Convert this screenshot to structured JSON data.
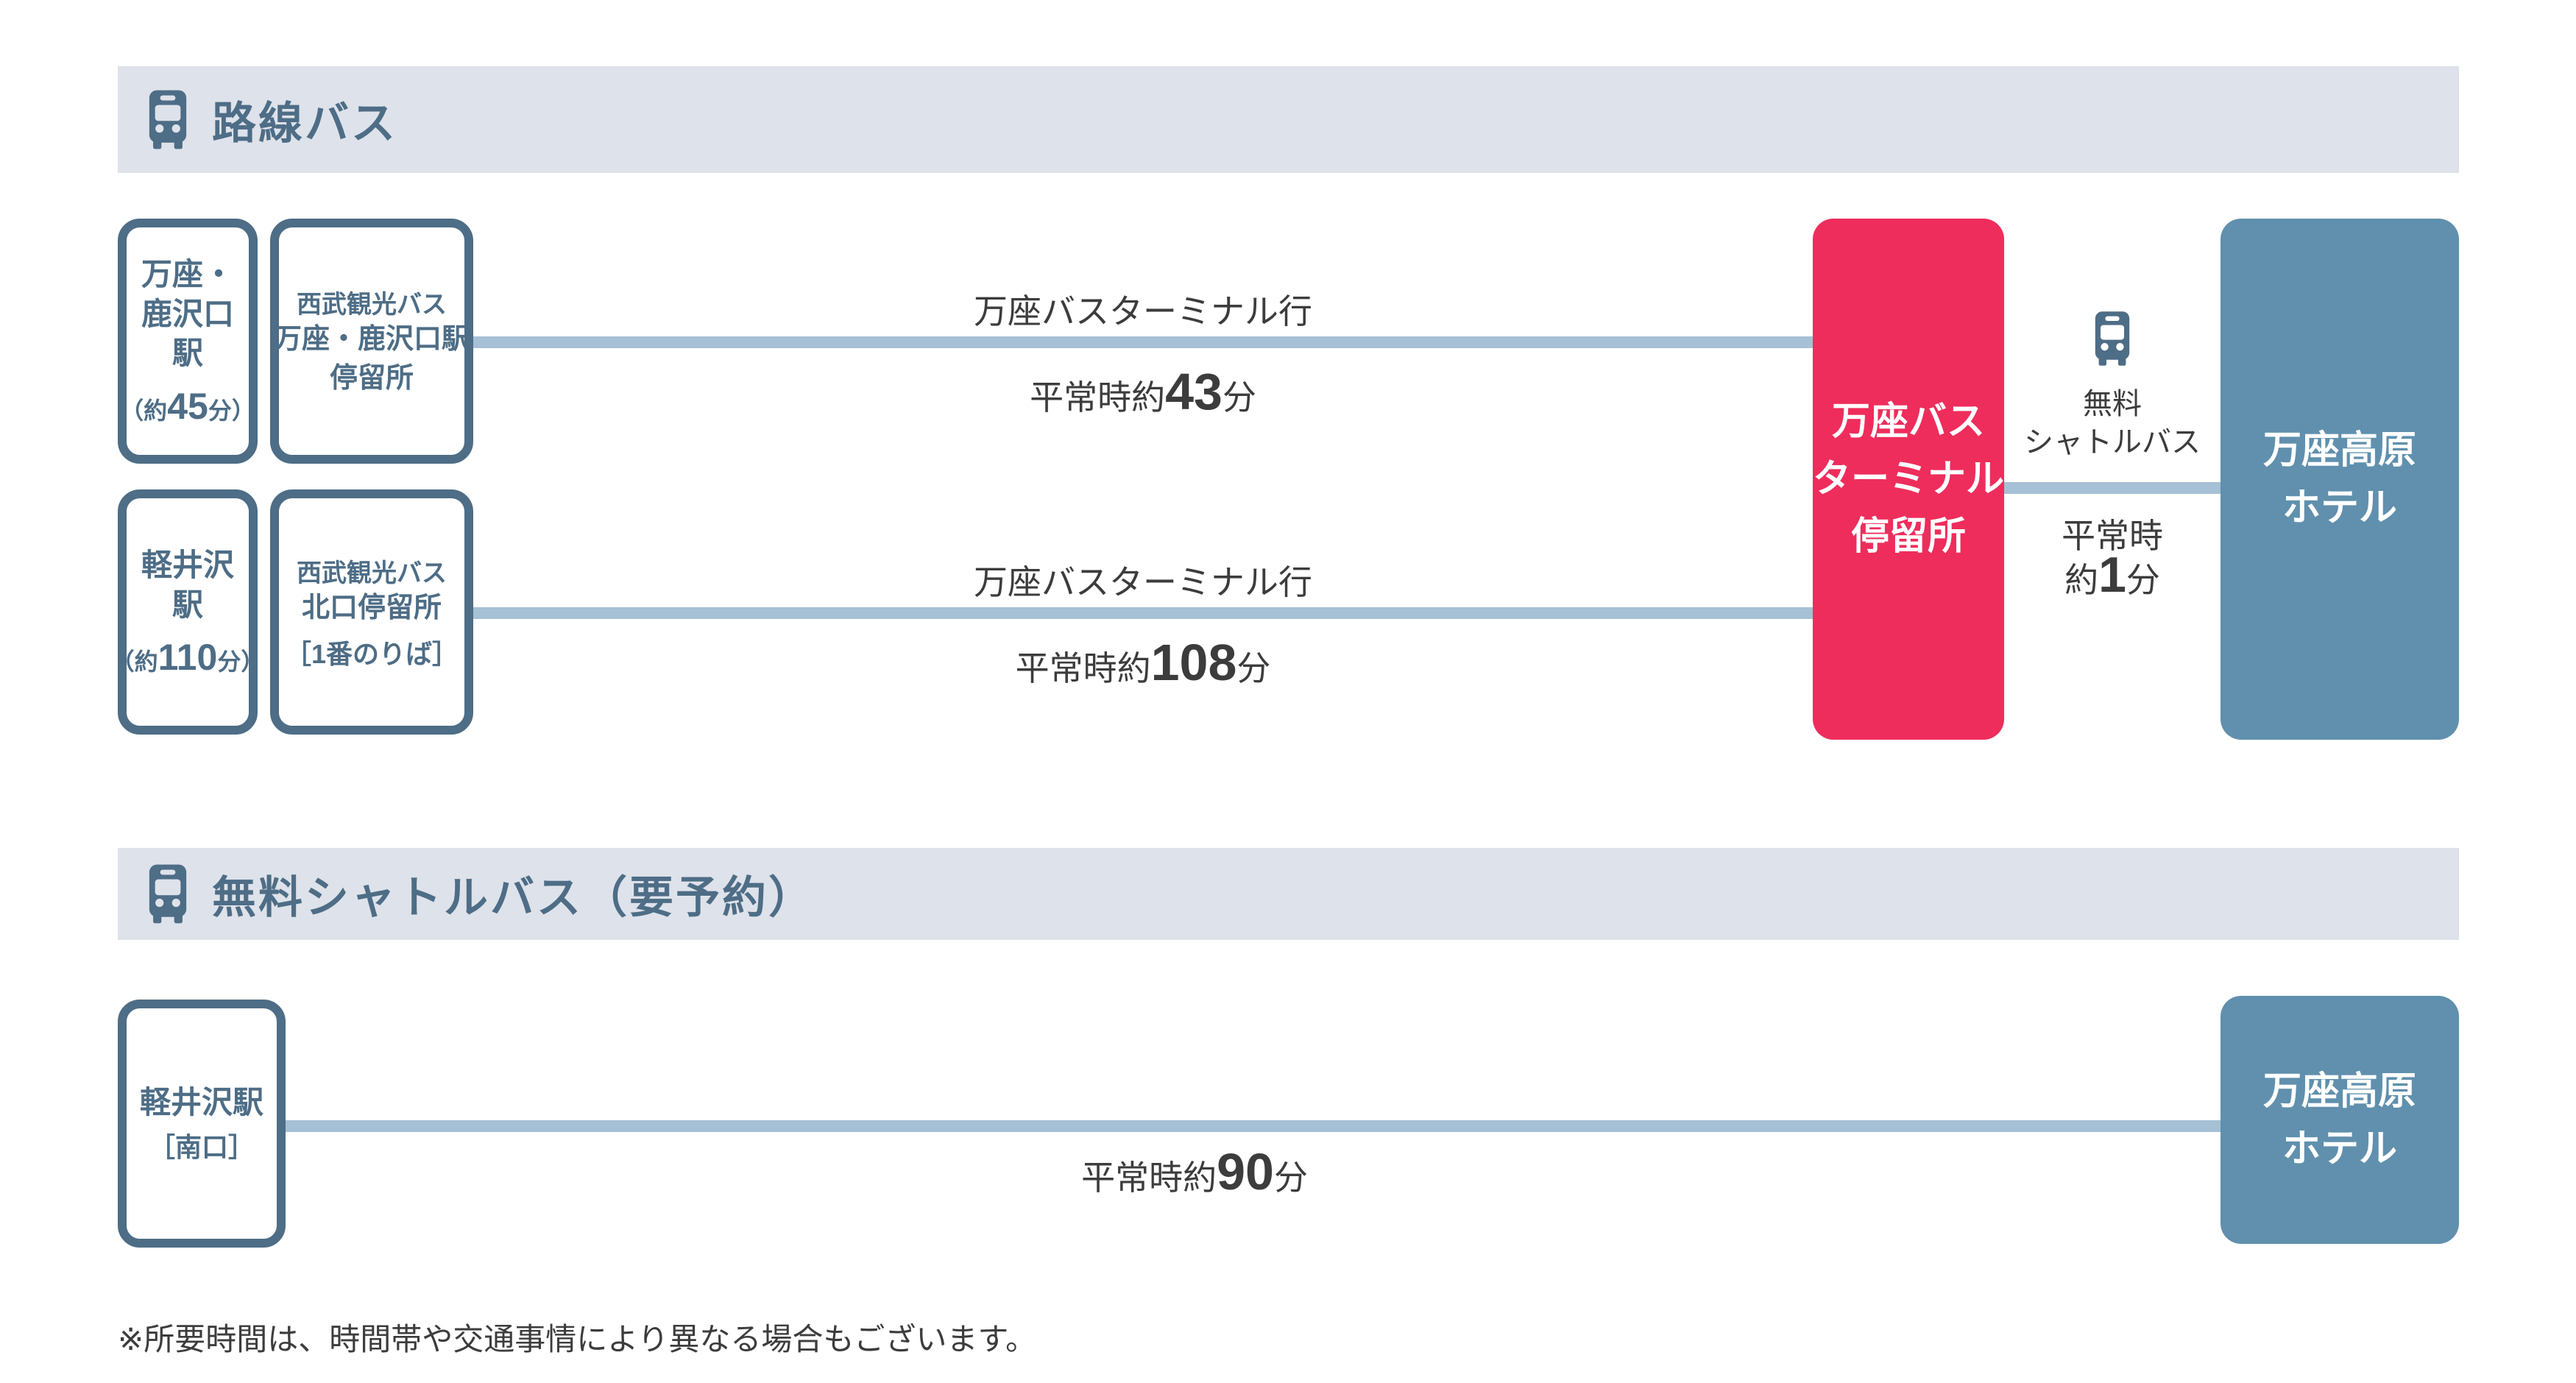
{
  "colors": {
    "slate_blue": "#4e6d86",
    "header_bar_bg": "#dee2ea",
    "terminal_pink": "#ee2d5c",
    "hotel_blue": "#6090ad",
    "connector_line": "#a6c0d5",
    "label_text": "#3c3c3c"
  },
  "icons": {
    "bus": "bus-front-silhouette"
  },
  "section_route_bus": {
    "title": "路線バス",
    "routes": [
      {
        "origin_name": "万座・鹿沢口駅",
        "origin_dur_pre": "（約",
        "origin_dur_val": "45",
        "origin_dur_suf": "分）",
        "stop_company": "西武観光バス",
        "stop_name": "万座・鹿沢口駅",
        "stop_detail": "停留所",
        "dest_label": "万座バスターミナル行",
        "time_pre": "平常時約",
        "time_val": "43",
        "time_suf": "分"
      },
      {
        "origin_name": "軽井沢駅",
        "origin_dur_pre": "（約",
        "origin_dur_val": "110",
        "origin_dur_suf": "分）",
        "stop_company": "西武観光バス",
        "stop_name": "北口停留所",
        "stop_detail": "［1番のりば］",
        "dest_label": "万座バスターミナル行",
        "time_pre": "平常時約",
        "time_val": "108",
        "time_suf": "分"
      }
    ],
    "terminal_line1": "万座バス",
    "terminal_line2": "ターミナル",
    "terminal_line3": "停留所",
    "shuttle_label1": "無料",
    "shuttle_label2": "シャトルバス",
    "shuttle_time1": "平常時",
    "shuttle_time_pre": "約",
    "shuttle_time_val": "1",
    "shuttle_time_suf": "分",
    "hotel_line1": "万座高原",
    "hotel_line2": "ホテル"
  },
  "section_shuttle": {
    "title": "無料シャトルバス（要予約）",
    "origin_name": "軽井沢駅",
    "origin_detail": "［南口］",
    "time_pre": "平常時約",
    "time_val": "90",
    "time_suf": "分",
    "hotel_line1": "万座高原",
    "hotel_line2": "ホテル"
  },
  "footnote": "※所要時間は、時間帯や交通事情により異なる場合もございます。"
}
